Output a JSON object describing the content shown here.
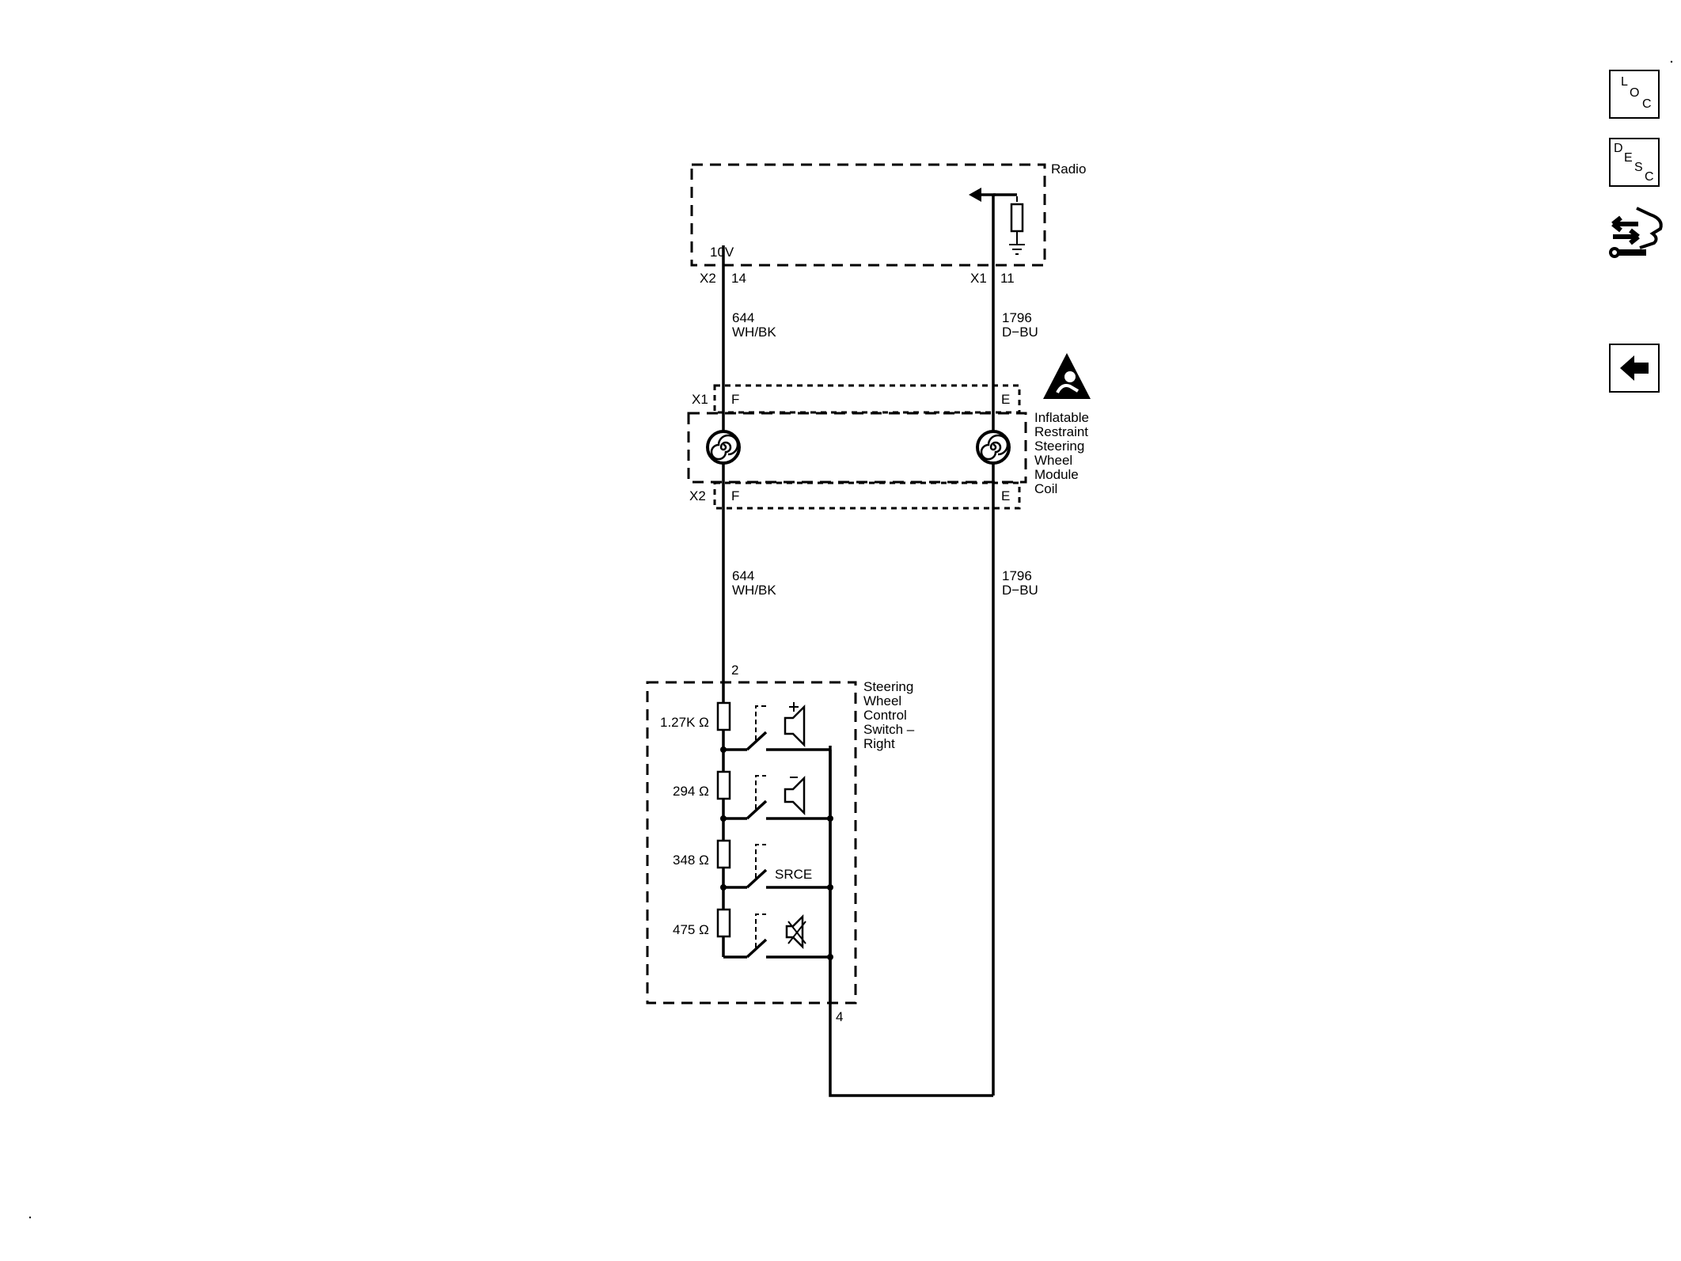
{
  "toolbar": {
    "loc": {
      "l1": "L",
      "l2": "O",
      "l3": "C"
    },
    "desc": {
      "l1": "D",
      "l2": "E",
      "l3": "S",
      "l4": "C"
    },
    "tool_icon": "connector-tool-icon",
    "back_icon": "left-arrow-icon"
  },
  "radio": {
    "title": "Radio",
    "voltage": "10V",
    "left_conn": "X2",
    "left_pin": "14",
    "right_conn": "X1",
    "right_pin": "11"
  },
  "wires": {
    "left_circuit": "644",
    "left_color": "WH/BK",
    "right_circuit": "1796",
    "right_color": "D−BU"
  },
  "coil": {
    "title_lines": [
      "Inflatable",
      "Restraint",
      "Steering",
      "Wheel",
      "Module",
      "Coil"
    ],
    "x1": "X1",
    "x2": "X2",
    "pin_left": "F",
    "pin_right": "E",
    "warning_icon": "airbag-warning-icon"
  },
  "switch": {
    "title_lines": [
      "Steering",
      "Wheel",
      "Control",
      "Switch –",
      "Right"
    ],
    "top_pin": "2",
    "bottom_pin": "4",
    "resistors": [
      {
        "label": "1.27K Ω",
        "function_icon": "volume-up-icon"
      },
      {
        "label": "294 Ω",
        "function_icon": "volume-down-icon"
      },
      {
        "label": "348 Ω",
        "function": "SRCE"
      },
      {
        "label": "475 Ω",
        "function_icon": "mute-icon"
      }
    ]
  }
}
